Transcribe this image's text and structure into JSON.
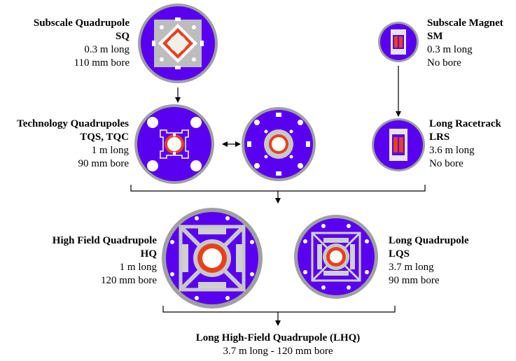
{
  "magnets": {
    "sq": {
      "name": "Subscale Quadrupole",
      "code": "SQ",
      "length": "0.3 m long",
      "bore": "110 mm bore"
    },
    "sm": {
      "name": "Subscale Magnet",
      "code": "SM",
      "length": "0.3 m long",
      "bore": "No bore"
    },
    "tq": {
      "name": "Technology Quadrupoles",
      "code": "TQS, TQC",
      "length": "1 m long",
      "bore": "90 mm bore"
    },
    "lrs": {
      "name": "Long Racetrack",
      "code": "LRS",
      "length": "3.6 m long",
      "bore": "No bore"
    },
    "hq": {
      "name": "High Field Quadrupole",
      "code": "HQ",
      "length": "1 m long",
      "bore": "120 mm bore"
    },
    "lqs": {
      "name": "Long Quadrupole",
      "code": "LQS",
      "length": "3.7 m long",
      "bore": "90 mm bore"
    },
    "lhq": {
      "name": "Long High-Field Quadrupole (LHQ)",
      "spec": "3.7 m long - 120 mm bore"
    }
  },
  "colors": {
    "yoke": "#5a00f0",
    "shell": "#a0a0a0",
    "coil": "#e8401c",
    "structure": "#c8c8c8",
    "bore": "#ffffff"
  }
}
